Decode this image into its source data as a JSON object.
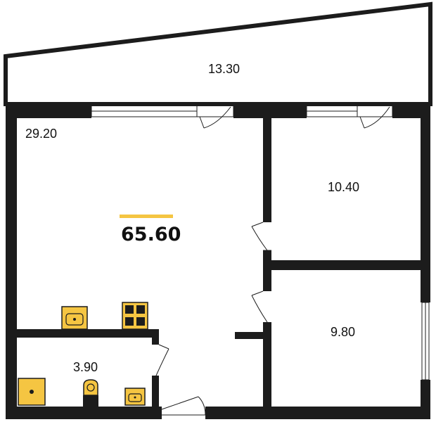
{
  "plan": {
    "total_area": "65.60",
    "rooms": {
      "balcony": "13.30",
      "living": "29.20",
      "bedroom": "10.40",
      "room_small": "9.80",
      "bathroom": "3.90"
    }
  },
  "colors": {
    "wall": "#1c1c1c",
    "fixture": "#f5c542",
    "accent": "#f5c542",
    "background": "#ffffff"
  }
}
